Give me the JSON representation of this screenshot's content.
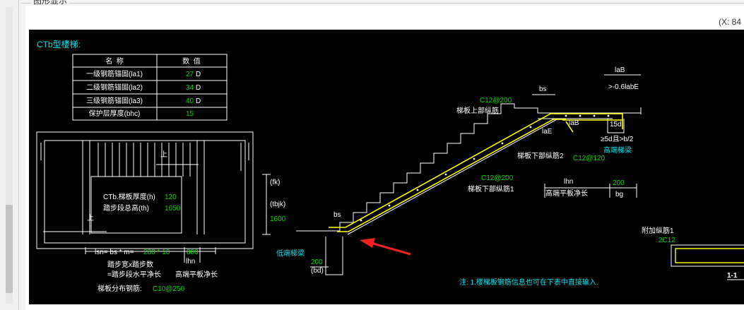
{
  "groupbox": {
    "title": "图形显示"
  },
  "coord_readout": "(X: 84",
  "drawing": {
    "title": "CTb型楼梯:",
    "table": {
      "headers": [
        "名  称",
        "数  值"
      ],
      "rows": [
        {
          "name": "一级钢筋锚固(la1)",
          "value": "27",
          "unit": "D"
        },
        {
          "name": "二级钢筋锚固(la2)",
          "value": "34",
          "unit": "D"
        },
        {
          "name": "三级钢筋锚固(la3)",
          "value": "40",
          "unit": "D"
        },
        {
          "name": "保护层厚度(bhc)",
          "value": "15",
          "unit": ""
        }
      ]
    },
    "plan": {
      "up1": "上",
      "up2": "上",
      "thickness_label": "CTb.梯板厚度(h)",
      "thickness_value": "120",
      "height_label": "踏步段总高(th)",
      "height_value": "1650",
      "lsn_label": "lsn= bs * m=",
      "lsn_value": "280 * 10",
      "lhn_value": "800",
      "lhn_label": "lhn",
      "formula1": "踏步宽x踏步数",
      "formula2": "=踏步段水平净长",
      "formula3": "高端平板净长",
      "dist_label": "梯板分布钢筋:",
      "dist_value": "C10@250"
    },
    "section": {
      "fk": "(fk)",
      "tbjk": "(tbjk)",
      "h1600": "1600",
      "bs_low": "bs",
      "low_beam": "低端梯梁",
      "w200_low": "200",
      "bd": "(bd)",
      "top_rebar_value": "C12@200",
      "top_rebar_label": "梯板上部纵筋",
      "bs_top": "bs",
      "laB_top": "laB",
      "laB_cond": ">-0.6labE",
      "laB_mid": "laB",
      "laE_inner": "laE",
      "dim15d": "15d",
      "cond5d": "≥5d且>b/2",
      "bottom_rebar2_label": "梯板下部纵筋2",
      "bottom_rebar2_value": "C12@120",
      "high_beam": "高端梯梁",
      "bottom_rebar1_value": "C12@200",
      "bottom_rebar1_label": "梯板下部纵筋1",
      "lhn": "lhn",
      "high_slab_label": "高端平板净长",
      "w200_high": "200",
      "bg": "bg",
      "addl_label": "附加纵筋1",
      "addl_value": "2C12",
      "section_mark": "1-1",
      "note": "注: 1.楼梯板钢筋信息也可在下表中直接输入."
    }
  },
  "colors": {
    "background": "#000000",
    "lines": "#ffffff",
    "values": "#00dd00",
    "cyan": "#00e5ee",
    "rebar": "#ffff00",
    "arrow": "#ee2222"
  }
}
